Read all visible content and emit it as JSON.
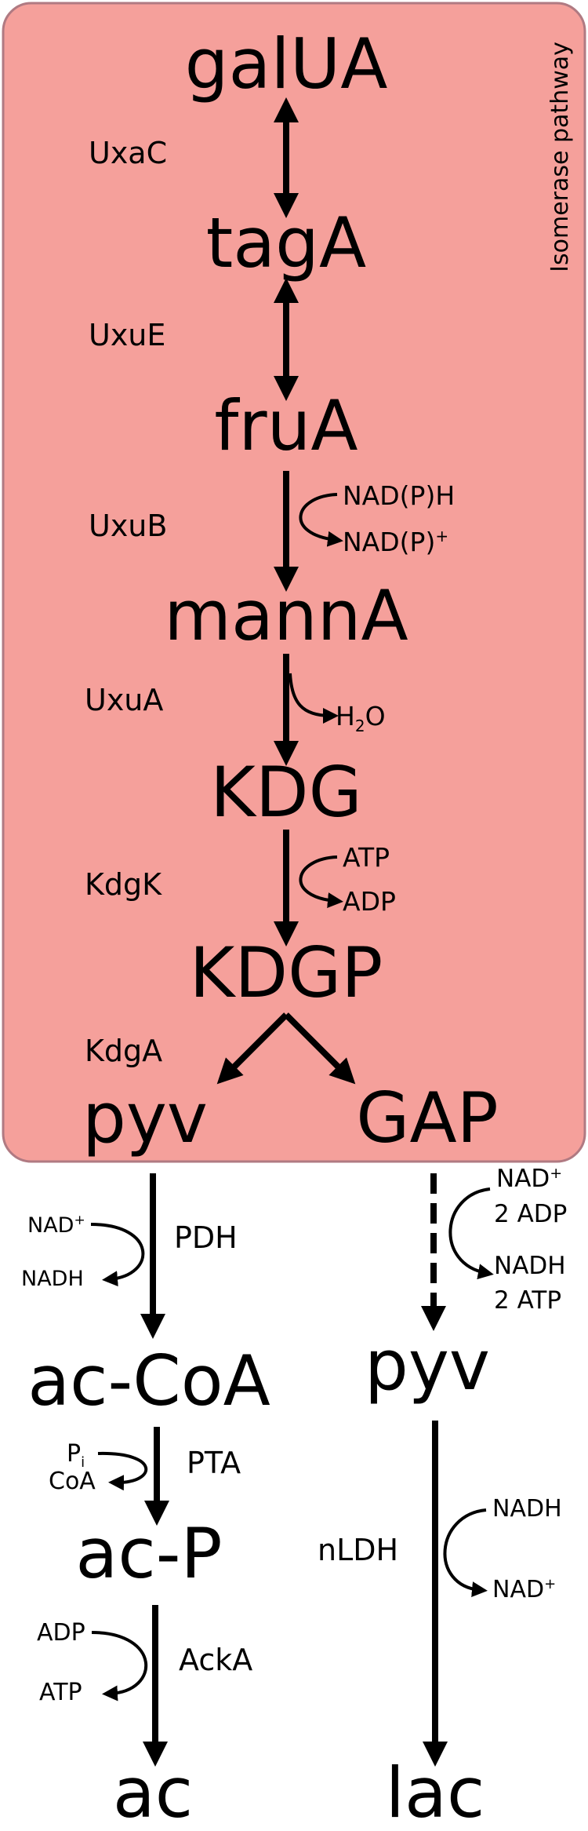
{
  "box": {
    "label": "Isomerase pathway",
    "fill": "#f5a09b",
    "stroke": "#b07a82"
  },
  "metabolites": {
    "galua": "galUA",
    "taga": "tagA",
    "frua": "fruA",
    "manna": "mannA",
    "kdg": "KDG",
    "kdgp": "KDGP",
    "pyv_left": "pyv",
    "gap": "GAP",
    "pyv_right": "pyv",
    "accoa": "ac-CoA",
    "acp": "ac-P",
    "ac": "ac",
    "lac": "lac"
  },
  "enzymes": {
    "uxac": "UxaC",
    "uxue": "UxuE",
    "uxub": "UxuB",
    "uxua": "UxuA",
    "kdgk": "KdgK",
    "kdga": "KdgA",
    "pdh": "PDH",
    "pta": "PTA",
    "acka": "AckA",
    "nldh": "nLDH"
  },
  "cofactors": {
    "uxub_in": "NAD(P)H",
    "uxub_out": "NAD(P)",
    "uxub_out_sup": "+",
    "h2o_h": "H",
    "h2o_sub": "2",
    "h2o_o": "O",
    "kdgk_in": "ATP",
    "kdgk_out": "ADP",
    "pdh_in": "NAD",
    "pdh_in_sup": "+",
    "pdh_out": "NADH",
    "gap_in1": "NAD",
    "gap_in1_sup": "+",
    "gap_in2": "2 ADP",
    "gap_out1": "NADH",
    "gap_out2": "2 ATP",
    "pta_in": "P",
    "pta_in_sub": "i",
    "pta_out": "CoA",
    "acka_in": "ADP",
    "acka_out": "ATP",
    "nldh_in": "NADH",
    "nldh_out": "NAD",
    "nldh_out_sup": "+"
  }
}
